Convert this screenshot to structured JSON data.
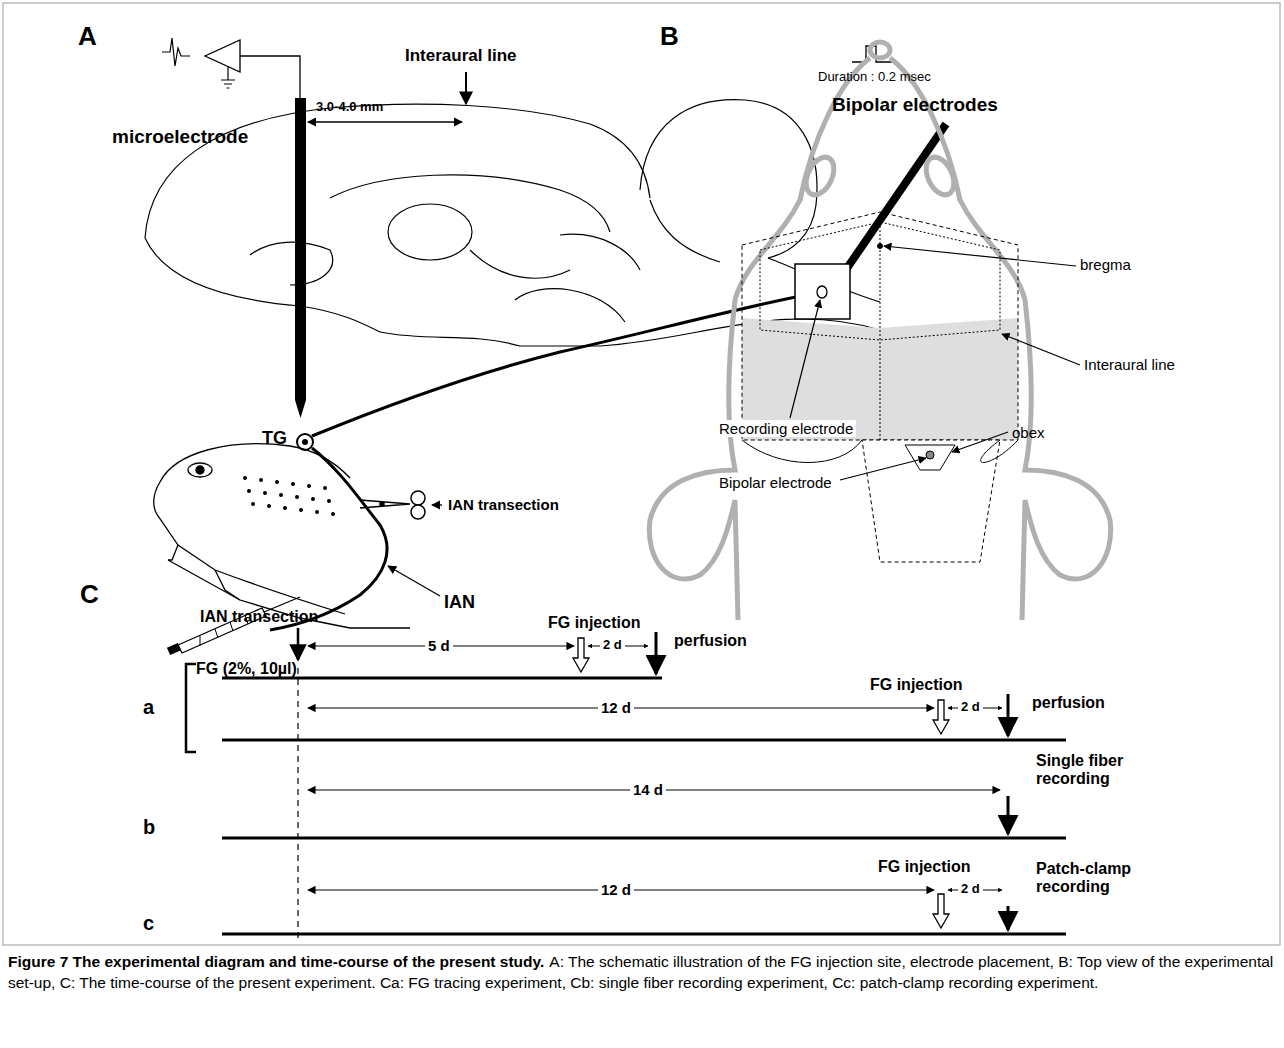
{
  "diagram": {
    "title": "Figure 7 The experimental diagram and time-course of the present study.",
    "caption": "A: The schematic illustration of the FG injection site, electrode placement, B: Top view of the experimental set-up, C: The time-course of the present experiment. Ca: FG tracing experiment, Cb: single fiber recording experiment, Cc: patch-clamp recording experiment.",
    "labels": [
      "A",
      "Interaural line",
      "3.0-4.0 mm",
      "microelectrode",
      "Duration : 0.2 msec",
      "Bipolar electrodes",
      "TG",
      "IAN transection",
      "IAN",
      "FG (2%, 10µl)",
      "B",
      "bregma",
      "Recording electrode",
      "Interaural line",
      "Bipolar electrode",
      "obex",
      "C",
      "IAN transection",
      "FG injection",
      "5 d",
      "2 d",
      "perfusion",
      "a",
      "FG injection",
      "12 d",
      "2 d",
      "perfusion",
      "Single fiber recording",
      "b",
      "14 d",
      "Patch-clamp recording",
      "FG injection",
      "12 d",
      "2 d",
      "c"
    ]
  }
}
